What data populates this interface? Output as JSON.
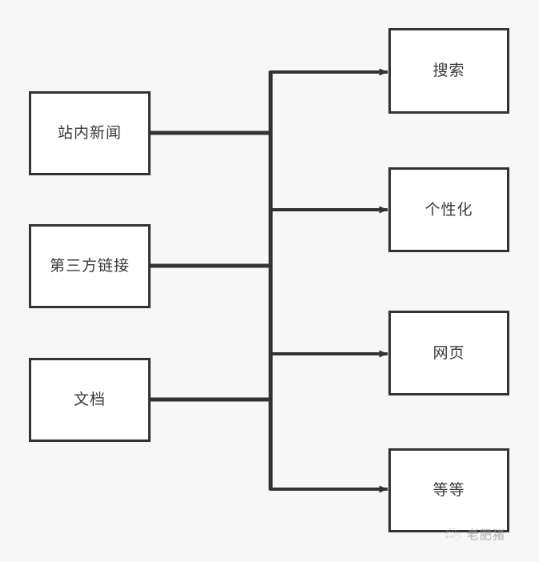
{
  "diagram": {
    "type": "flow-diagram",
    "orientation": "left-to-right",
    "background_color": "#f7f7f7",
    "line_color": "#333333",
    "box_fill_color": "#ffffff",
    "text_color": "#3a3a3a",
    "sources": [
      {
        "id": "site-news",
        "label": "站内新闻"
      },
      {
        "id": "third-party",
        "label": "第三方链接"
      },
      {
        "id": "document",
        "label": "文档"
      }
    ],
    "targets": [
      {
        "id": "search",
        "label": "搜索"
      },
      {
        "id": "personalize",
        "label": "个性化"
      },
      {
        "id": "webpage",
        "label": "网页"
      },
      {
        "id": "etc",
        "label": "等等"
      }
    ]
  },
  "watermark": {
    "text": "老肥猪",
    "icon": "wechat-icon"
  }
}
